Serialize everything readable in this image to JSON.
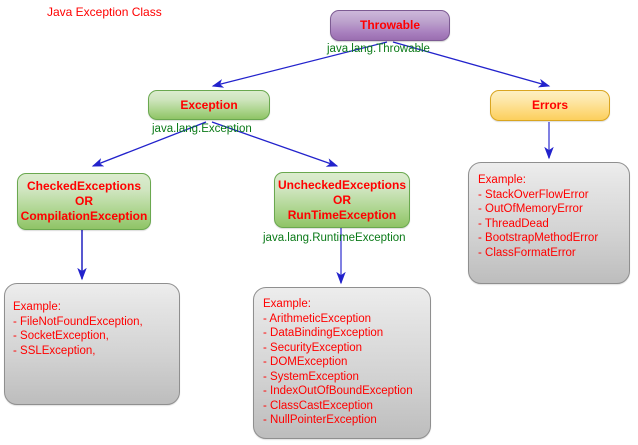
{
  "title": "Java Exception Class",
  "colors": {
    "text_red": "#ff0000",
    "annotation_green": "#0b7a18",
    "edge_blue": "#2222cc",
    "throwable_fill": "#a87fbe",
    "exception_fill": "#a9d389",
    "errors_fill": "#fdd878",
    "example_fill": "#d2d2d2"
  },
  "nodes": {
    "throwable": {
      "label": "Throwable"
    },
    "exception": {
      "label": "Exception"
    },
    "errors": {
      "label": "Errors"
    },
    "checked": {
      "line1": "CheckedExceptions",
      "line2": "OR",
      "line3": "CompilationException"
    },
    "unchecked": {
      "line1": "UncheckedExceptions",
      "line2": "OR",
      "line3": "RunTimeException"
    }
  },
  "annotations": {
    "throwable_fqn": "java.lang.Throwable",
    "exception_fqn": "java.lang.Exception",
    "runtime_fqn": "java.lang.RuntimeException"
  },
  "examples": {
    "checked": {
      "heading": "Example:",
      "items": [
        "- FileNotFoundException,",
        "- SocketException,",
        "- SSLException,"
      ]
    },
    "unchecked": {
      "heading": "Example:",
      "items": [
        "-  ArithmeticException",
        "-  DataBindingException",
        "-  SecurityException",
        "-  DOMException",
        "-  SystemException",
        "-  IndexOutOfBoundException",
        "-  ClassCastException",
        "-  NullPointerException"
      ]
    },
    "errors": {
      "heading": "Example:",
      "items": [
        "-  StackOverFlowError",
        "-  OutOfMemoryError",
        "-  ThreadDead",
        "-  BootstrapMethodError",
        "-  ClassFormatError"
      ]
    }
  }
}
